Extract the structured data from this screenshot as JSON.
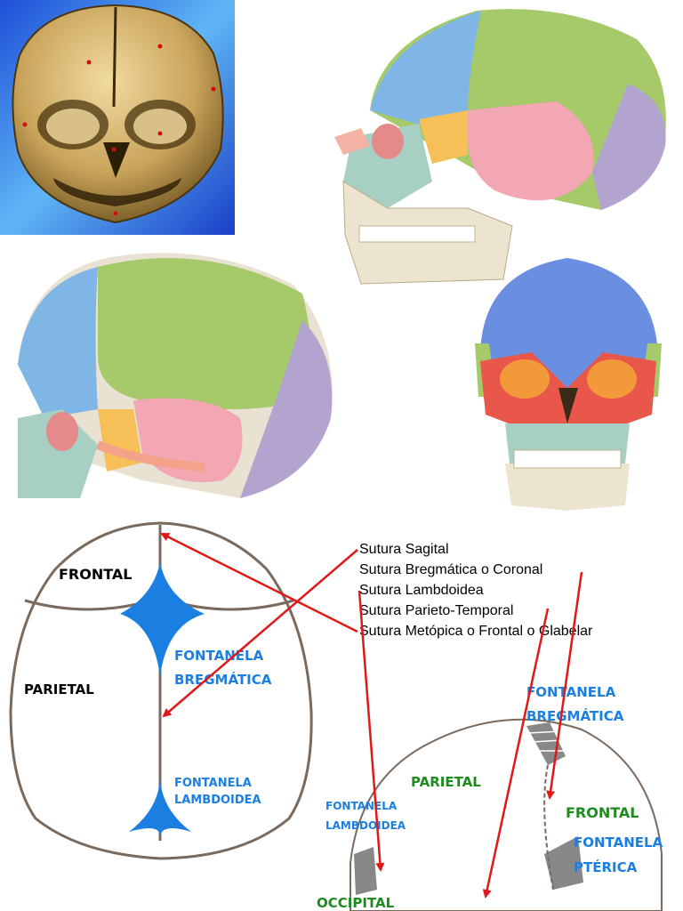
{
  "legend": {
    "items": [
      "Sutura Sagital",
      "Sutura Bregmática o Coronal",
      "Sutura Lambdoidea",
      "Sutura Parieto-Temporal",
      "Sutura Metópica o Frontal o Glabelar"
    ]
  },
  "top_view": {
    "frontal": "FRONTAL",
    "parietal": "PARIETAL",
    "fontanela_bregmatica_1": "FONTANELA",
    "fontanela_bregmatica_2": "BREGMÁTICA",
    "fontanela_lambdoidea_1": "FONTANELA",
    "fontanela_lambdoidea_2": "LAMBDOIDEA"
  },
  "side_view": {
    "fontanela_bregmatica_1": "FONTANELA",
    "fontanela_bregmatica_2": "BREGMÁTICA",
    "parietal": "PARIETAL",
    "frontal": "FRONTAL",
    "fontanela_lambdoidea_1": "FONTANELA",
    "fontanela_lambdoidea_2": "LAMBDOIDEA",
    "fontanela_pterica_1": "FONTANELA",
    "fontanela_pterica_2": "PTÉRICA",
    "occipital": "OCCIPITAL"
  },
  "colors": {
    "arrow": "#e01818",
    "fontanel": "#1a7fe0",
    "label_blue": "#1a7fe0",
    "label_green": "#1f8a1f"
  }
}
